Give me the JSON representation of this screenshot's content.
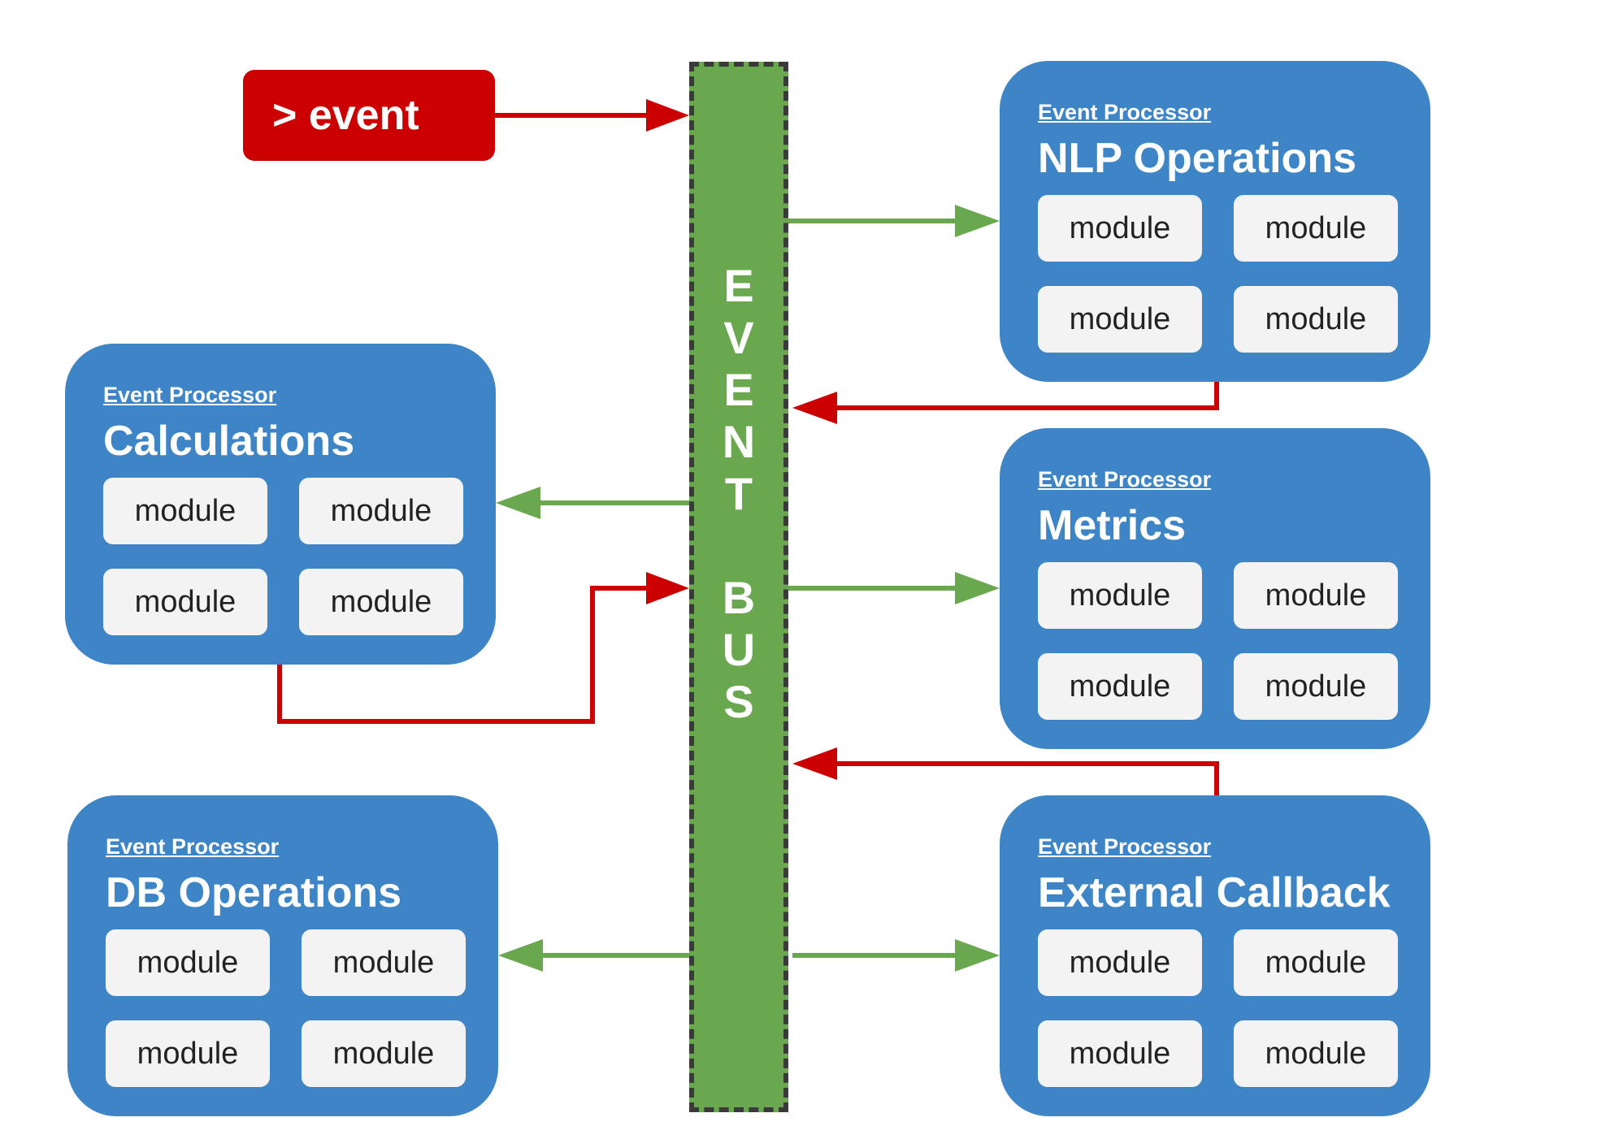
{
  "trigger": {
    "label": "> event"
  },
  "event_bus": {
    "letters": [
      "E",
      "V",
      "E",
      "N",
      "T",
      "",
      "B",
      "U",
      "S"
    ]
  },
  "processors": [
    {
      "kicker": "Event Processor",
      "title": "NLP Operations",
      "modules": [
        "module",
        "module",
        "module",
        "module"
      ]
    },
    {
      "kicker": "Event Processor",
      "title": "Calculations",
      "modules": [
        "module",
        "module",
        "module",
        "module"
      ]
    },
    {
      "kicker": "Event Processor",
      "title": "Metrics",
      "modules": [
        "module",
        "module",
        "module",
        "module"
      ]
    },
    {
      "kicker": "Event Processor",
      "title": "DB Operations",
      "modules": [
        "module",
        "module",
        "module",
        "module"
      ]
    },
    {
      "kicker": "Event Processor",
      "title": "External Callback",
      "modules": [
        "module",
        "module",
        "module",
        "module"
      ]
    }
  ],
  "colors": {
    "event_red": "#cc0000",
    "bus_green": "#6aa84f",
    "processor_blue": "#3d85c6",
    "module_gray": "#f3f3f3"
  }
}
